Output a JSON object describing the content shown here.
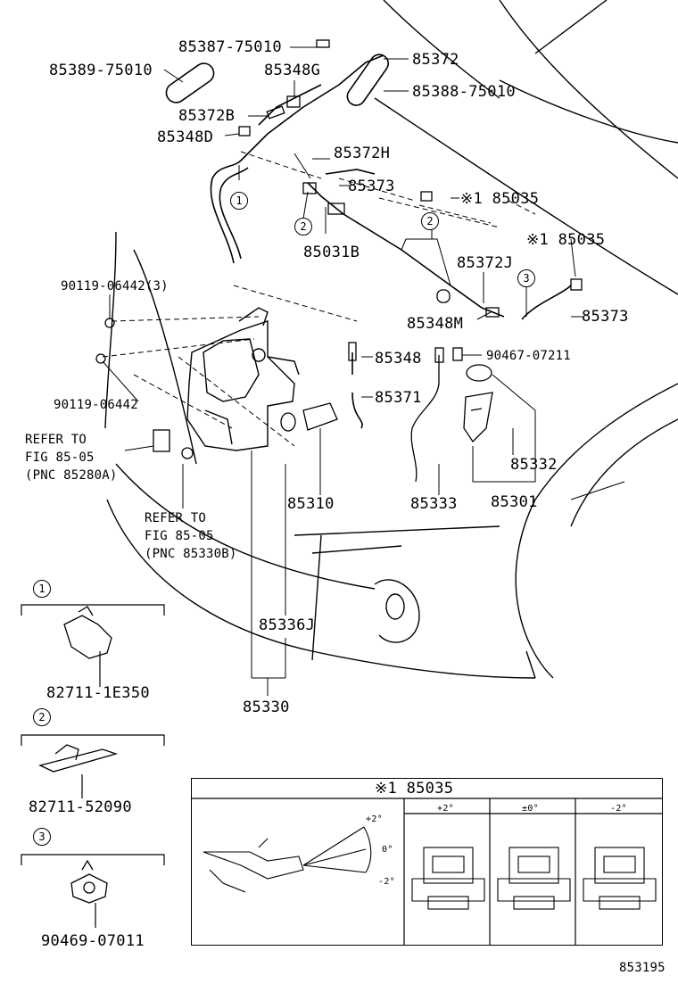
{
  "diagram_id": "853195",
  "parts": {
    "p85387_75010": "85387-75010",
    "p85389_75010": "85389-75010",
    "p85348G": "85348G",
    "p85372": "85372",
    "p85388_75010": "85388-75010",
    "p85372B": "85372B",
    "p85348D": "85348D",
    "p85372H": "85372H",
    "p85373_top": "85373",
    "p85035_a": "※1 85035",
    "p85031B": "85031B",
    "p85035_b": "※1 85035",
    "p85372J": "85372J",
    "p90119_06442_3": "90119-06442(3)",
    "p85348M": "85348M",
    "p85373_b": "85373",
    "p85348": "85348",
    "p90467_07211": "90467-07211",
    "p90119_06442": "90119-06442",
    "p85371": "85371",
    "p85332": "85332",
    "p85310": "85310",
    "p85333": "85333",
    "p85301": "85301",
    "p85336J": "85336J",
    "p85330": "85330"
  },
  "refer_a": {
    "line1": "REFER TO",
    "line2": "FIG 85-05",
    "line3": "(PNC 85280A)"
  },
  "refer_b": {
    "line1": "REFER TO",
    "line2": "FIG 85-05",
    "line3": "(PNC 85330B)"
  },
  "callouts": {
    "c1": "1",
    "c2": "2",
    "c3": "3"
  },
  "clips": {
    "clip1": {
      "marker": "1",
      "part": "82711-1E350"
    },
    "clip2": {
      "marker": "2",
      "part": "82711-52090"
    },
    "clip3": {
      "marker": "3",
      "part": "90469-07011"
    }
  },
  "adjust_table": {
    "title": "※1 85035",
    "angle_plus": "+2°",
    "angle_zero": "0°",
    "angle_minus": "-2°",
    "columns": [
      "+2°",
      "±0°",
      "-2°"
    ]
  }
}
